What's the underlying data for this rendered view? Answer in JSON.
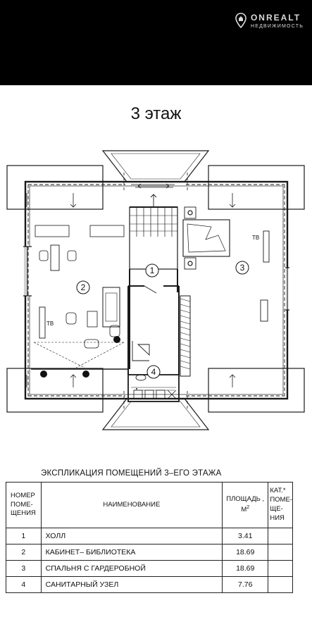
{
  "brand": {
    "name": "ONREALT",
    "subtitle": "НЕДВИЖИМОСТЬ"
  },
  "floor_title": "3 этаж",
  "plan": {
    "room_numbers": [
      "1",
      "2",
      "3",
      "4"
    ],
    "tv_labels": [
      "ТВ",
      "ТВ"
    ]
  },
  "explication": {
    "title": "ЭКСПЛИКАЦИЯ ПОМЕЩЕНИЙ 3–ЕГО ЭТАЖА",
    "headers": {
      "number_lines": [
        "НОМЕР",
        "ПОМЕ-",
        "ЩЕНИЯ"
      ],
      "name": "НАИМЕНОВАНИЕ",
      "area_lines": [
        "ПЛОЩАДЬ ,",
        "М2"
      ],
      "category_lines": [
        "КАТ.*",
        "ПОМЕ-",
        "ЩЕ-",
        "НИЯ"
      ]
    },
    "rows": [
      {
        "num": "1",
        "name": "ХОЛЛ",
        "area": "3.41",
        "cat": ""
      },
      {
        "num": "2",
        "name": "КАБИНЕТ– БИБЛИОТЕКА",
        "area": "18.69",
        "cat": ""
      },
      {
        "num": "3",
        "name": "СПАЛЬНЯ С ГАРДЕРОБНОЙ",
        "area": "18.69",
        "cat": ""
      },
      {
        "num": "4",
        "name": "САНИТАРНЫЙ УЗЕЛ",
        "area": "7.76",
        "cat": ""
      }
    ]
  }
}
